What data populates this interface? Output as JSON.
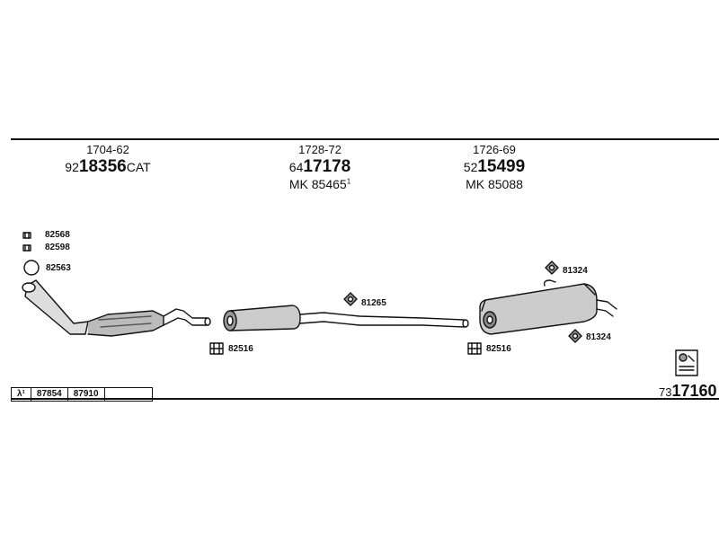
{
  "parts": [
    {
      "range": "1704-62",
      "prefix": "92",
      "number": "18356",
      "suffix": "CAT",
      "mk": "",
      "mk_sup": ""
    },
    {
      "range": "1728-72",
      "prefix": "64",
      "number": "17178",
      "suffix": "",
      "mk": "MK  85465",
      "mk_sup": "1"
    },
    {
      "range": "1726-69",
      "prefix": "52",
      "number": "15499",
      "suffix": "",
      "mk": "MK  85088",
      "mk_sup": ""
    }
  ],
  "labels": {
    "bolt_a": "82568",
    "bolt_b": "82598",
    "gasket": "82563",
    "clamp_left": "82516",
    "hanger_mid": "81265",
    "clamp_right": "82516",
    "hanger_top": "81324",
    "hanger_bottom": "81324"
  },
  "footer": {
    "lambda": "λ¹",
    "col1": "87854",
    "col2": "87910",
    "col3": ""
  },
  "catalog": {
    "prefix": "73",
    "number": "17160"
  }
}
